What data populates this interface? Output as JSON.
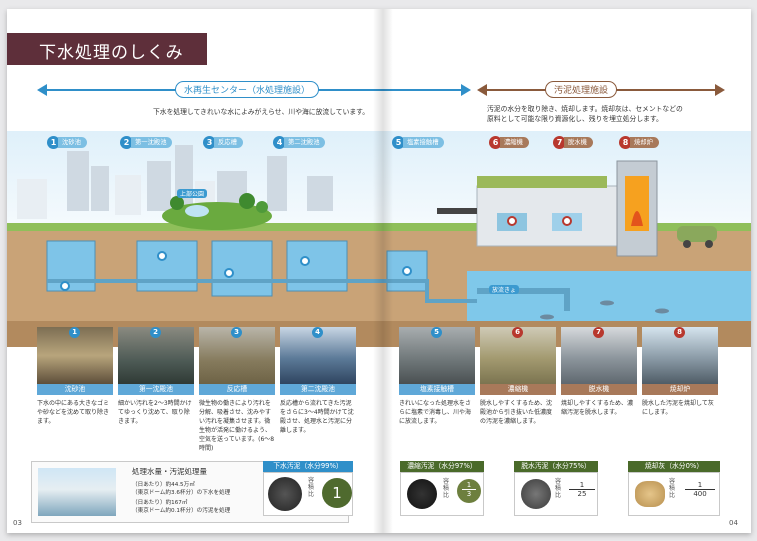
{
  "title": "下水処理のしくみ",
  "sections": {
    "water": "水再生センター（水処理施設）",
    "sludge": "汚泥処理施設"
  },
  "descriptions": {
    "water": "下水を処理してきれいな水によみがえらせ、川や海に放流しています。",
    "sludge_line1": "汚泥の水分を取り除き、焼却します。焼却灰は、セメントなどの",
    "sludge_line2": "原料として可能な限り資源化し、残りを埋立処分します。"
  },
  "steps": [
    {
      "num": "1",
      "label": "沈砂池",
      "caption": "沈砂池",
      "text": "下水の中にある大きなゴミや砂などを沈めて取り除きます。"
    },
    {
      "num": "2",
      "label": "第一沈殿池",
      "caption": "第一沈殿池",
      "text": "細かい汚れを2〜3時間かけてゆっくり沈めて、取り除きます。"
    },
    {
      "num": "3",
      "label": "反応槽",
      "caption": "反応槽",
      "text": "微生物の働きにより汚れを分解、吸着させ、沈みやすい汚れを凝集させます。微生物が活発に働けるよう、空気を送っています。(6〜8時間)"
    },
    {
      "num": "4",
      "label": "第二沈殿池",
      "caption": "第二沈殿池",
      "text": "反応槽から流れてきた汚泥をさらに3〜4時間かけて沈殿させ、処理水と汚泥に分離します。"
    },
    {
      "num": "5",
      "label": "塩素接触槽",
      "caption": "塩素接触槽",
      "text": "きれいになった処理水をさらに塩素で消毒し、川や海に放流します。"
    },
    {
      "num": "6",
      "label": "濃縮機",
      "caption": "濃縮機",
      "text": "脱水しやすくするため、沈殿池から引き抜いた低濃度の汚泥を濃縮します。"
    },
    {
      "num": "7",
      "label": "脱水機",
      "caption": "脱水機",
      "text": "焼却しやすくするため、濃縮汚泥を脱水します。"
    },
    {
      "num": "8",
      "label": "焼却炉",
      "caption": "焼却炉",
      "text": "脱水した汚泥を焼却して灰にします。"
    }
  ],
  "scene_labels": {
    "park": "上部公園",
    "discharge": "放流きょ"
  },
  "volume": {
    "title": "処理水量・汚泥処理量",
    "line1": "（日あたり）約44.5万㎥",
    "line2": "（東京ドーム約3.6杯分）の下水を処理",
    "line3": "（日あたり）約167㎥",
    "line4": "（東京ドーム約0.1杯分）の汚泥を処理"
  },
  "sludge_stages": [
    {
      "head": "下水汚泥（水分99%）",
      "ratio_label": "容積比",
      "ratio": "1"
    },
    {
      "head": "濃縮汚泥（水分97%）",
      "ratio_label": "容積比",
      "num": "1",
      "den": "3"
    },
    {
      "head": "脱水汚泥（水分75%）",
      "ratio_label": "容積比",
      "num": "1",
      "den": "25"
    },
    {
      "head": "焼却灰（水分0%）",
      "ratio_label": "容積比",
      "num": "1",
      "den": "400"
    }
  ],
  "page_left": "03",
  "page_right": "04",
  "colors": {
    "title_bg": "#5e2f3a",
    "water_accent": "#2f8fc9",
    "sludge_accent": "#8a5a3c",
    "badge_red": "#b8382e"
  }
}
